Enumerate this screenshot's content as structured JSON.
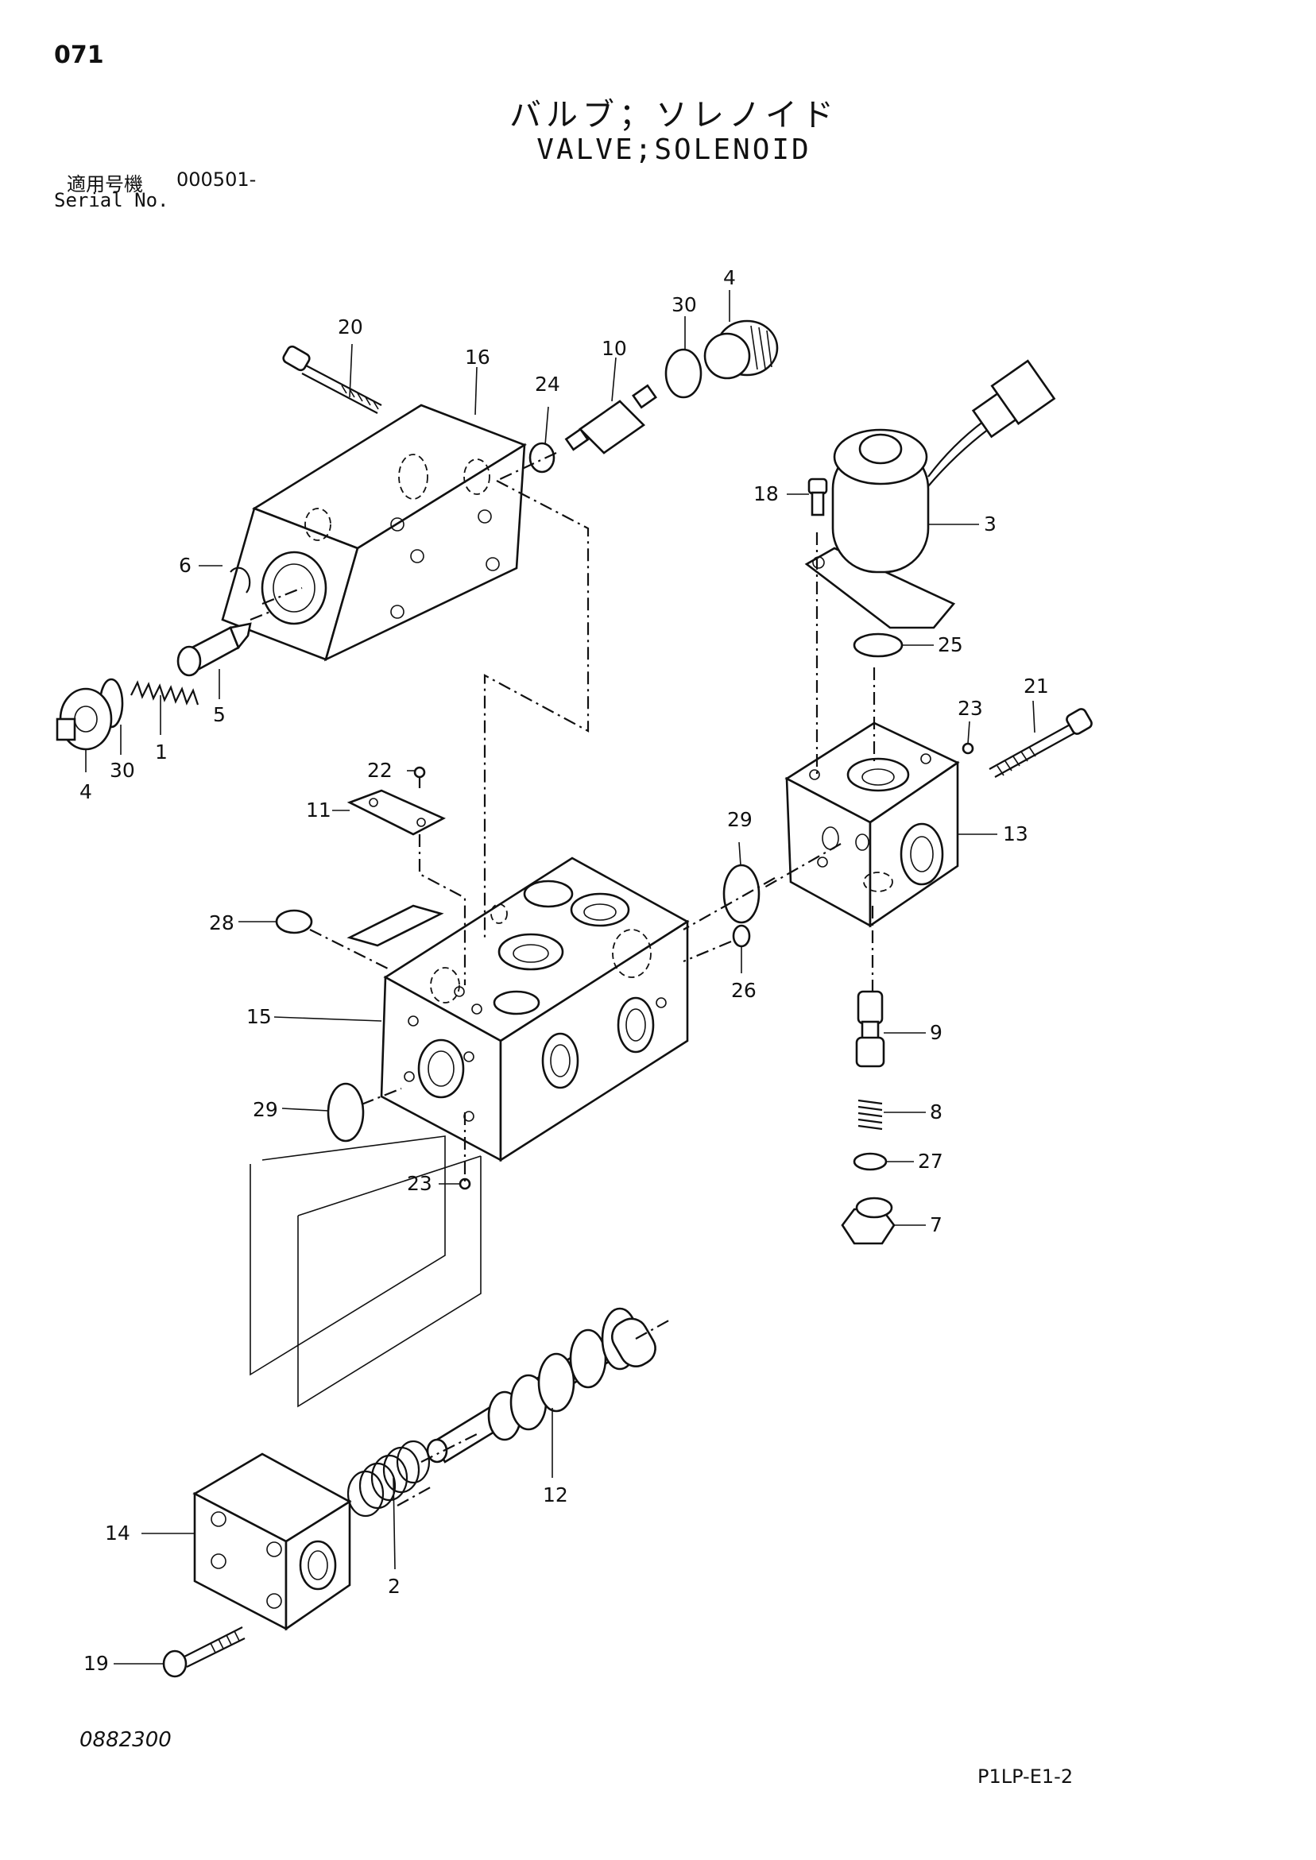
{
  "header": {
    "page_number": "071",
    "title_japanese": "バルブ；ソレノイド",
    "title_english": "VALVE;SOLENOID",
    "serial_label_japanese": "適用号機",
    "serial_value": "000501-",
    "serial_label_english": "Serial No."
  },
  "footer": {
    "document_code": "0882300",
    "figure_code": "P1LP-E1-2"
  },
  "callouts": {
    "c1": "1",
    "c2": "2",
    "c3": "3",
    "c4a": "4",
    "c4b": "4",
    "c5": "5",
    "c6": "6",
    "c7": "7",
    "c8": "8",
    "c9": "9",
    "c10": "10",
    "c11": "11",
    "c12": "12",
    "c13": "13",
    "c14": "14",
    "c15": "15",
    "c16": "16",
    "c18": "18",
    "c19": "19",
    "c20": "20",
    "c21": "21",
    "c22": "22",
    "c23a": "23",
    "c23b": "23",
    "c24": "24",
    "c25": "25",
    "c26": "26",
    "c27": "27",
    "c28": "28",
    "c29a": "29",
    "c29b": "29",
    "c30a": "30",
    "c30b": "30"
  }
}
